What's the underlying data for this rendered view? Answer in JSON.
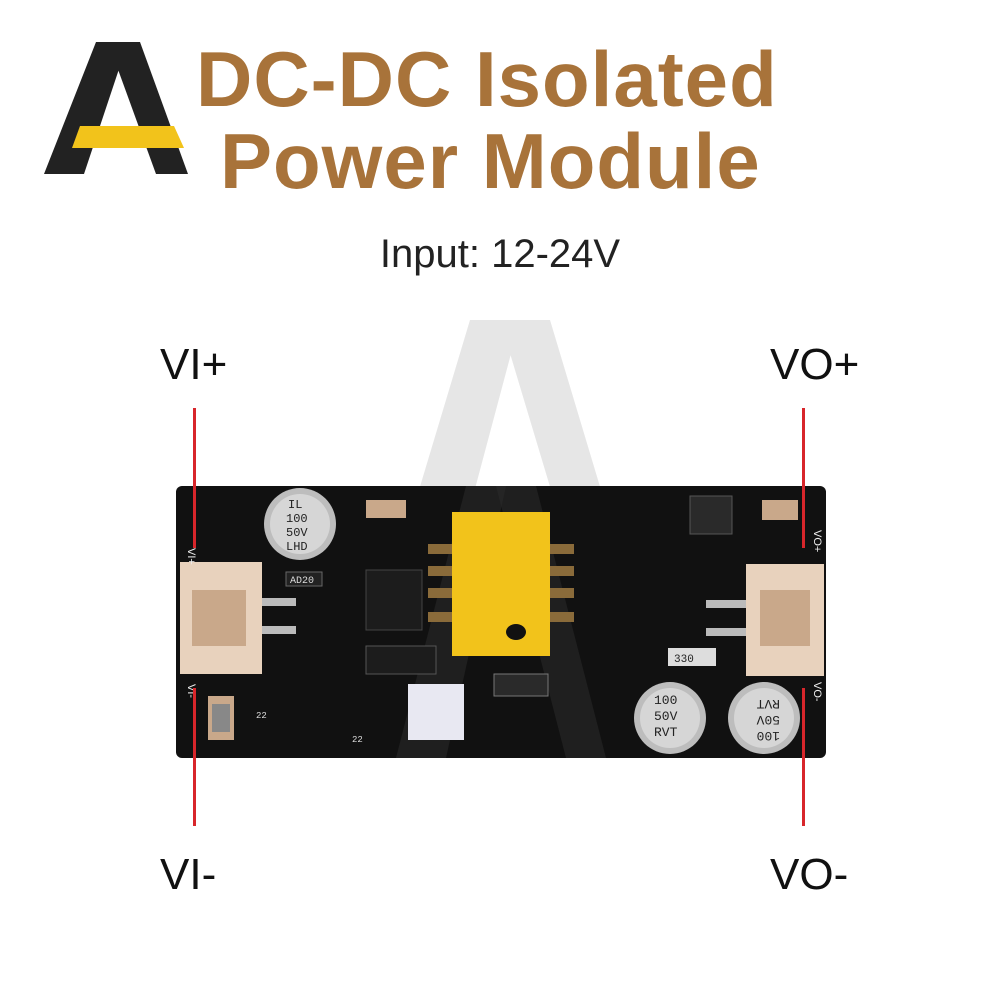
{
  "title_line1": "DC-DC Isolated",
  "title_line2": "Power Module",
  "subtitle": "Input: 12-24V",
  "pins": {
    "vi_plus": "VI+",
    "vi_minus": "VI-",
    "vo_plus": "VO+",
    "vo_minus": "VO-"
  },
  "board_silk": {
    "vi_plus": "VI+",
    "vi_minus": "VI-",
    "vo_plus": "VO+",
    "vo_minus": "VO-",
    "cap_left": [
      "IL",
      "100",
      "50V",
      "LHD"
    ],
    "cap_mid": [
      "100",
      "50V",
      "RVT"
    ],
    "cap_right": [
      "100",
      "50V",
      "RVT"
    ],
    "chip_ad20": "AD20",
    "res_330": "330",
    "res_22a": "22",
    "res_22b": "22"
  },
  "colors": {
    "title": "#a8733a",
    "leader": "#d8262b",
    "logo_dark": "#222222",
    "logo_accent": "#f2c31b",
    "pcb": "#111111",
    "transformer": "#f2c31b"
  }
}
